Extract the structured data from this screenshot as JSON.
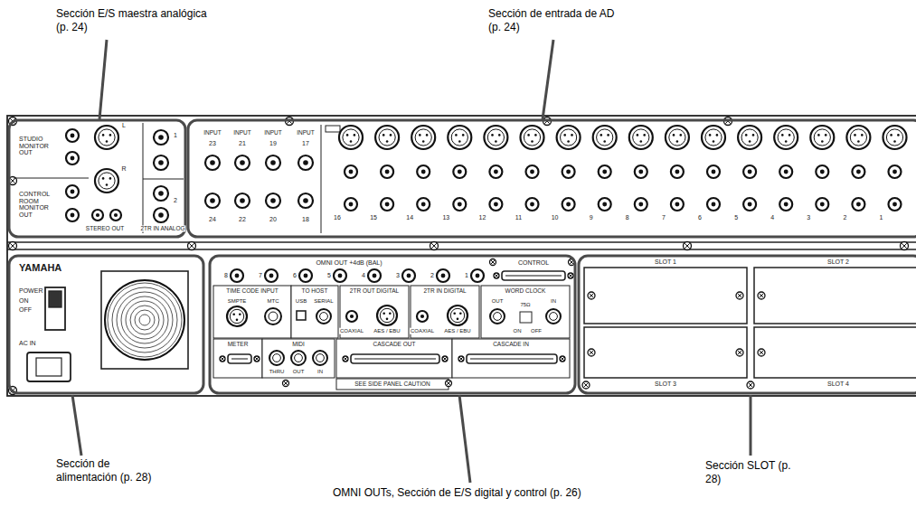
{
  "diagram": {
    "labels": [
      "Sección E/S maestra analógica (p. 24)",
      "Sección de entrada de AD (p. 24)",
      "Sección de alimentación (p. 28)",
      "OMNI OUTs, Sección de E/S digital y control (p. 26)",
      "Sección SLOT (p. 28)",
      "STUDIO MONITOR OUT",
      "CONTROL ROOM MONITOR OUT",
      "L",
      "R",
      "STEREO OUT",
      "1",
      "2",
      "2TR IN ANALOG",
      "INPUT",
      "INPUT",
      "INPUT",
      "INPUT",
      "23",
      "21",
      "19",
      "17",
      "24",
      "22",
      "20",
      "18",
      "16",
      "15",
      "14",
      "13",
      "12",
      "11",
      "10",
      "9",
      "8",
      "7",
      "6",
      "5",
      "4",
      "3",
      "2",
      "1",
      "YAMAHA",
      "POWER",
      "ON",
      "OFF",
      "AC IN",
      "OMNI OUT +4dB (BAL)",
      "8",
      "7",
      "6",
      "5",
      "4",
      "3",
      "2",
      "1",
      "CONTROL",
      "TIME CODE INPUT",
      "SMPTE",
      "MTC",
      "TO HOST",
      "USB",
      "SERIAL",
      "2TR OUT DIGITAL",
      "COAXIAL",
      "AES / EBU",
      "2TR IN DIGITAL",
      "COAXIAL",
      "AES / EBU",
      "WORD CLOCK",
      "OUT",
      "IN",
      "75Ω",
      "ON",
      "OFF",
      "METER",
      "MIDI",
      "THRU",
      "OUT",
      "IN",
      "CASCADE OUT",
      "CASCADE IN",
      "SEE SIDE PANEL CAUTION",
      "SLOT 1",
      "SLOT 2",
      "SLOT 3",
      "SLOT 4"
    ]
  }
}
